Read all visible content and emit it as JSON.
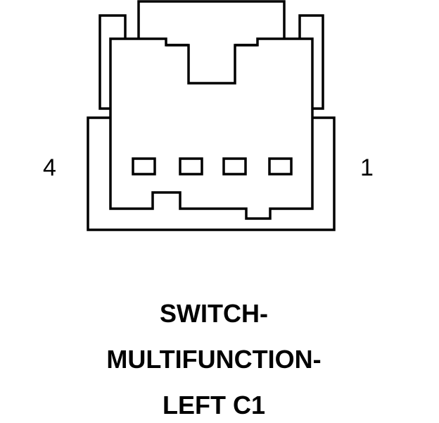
{
  "pin_labels": {
    "left": "4",
    "right": "1"
  },
  "title_lines": [
    "SWITCH-",
    "MULTIFUNCTION-",
    "LEFT C1"
  ],
  "colors": {
    "stroke": "#000000",
    "background": "#ffffff"
  },
  "icons": {
    "connector": "connector-face-icon"
  }
}
